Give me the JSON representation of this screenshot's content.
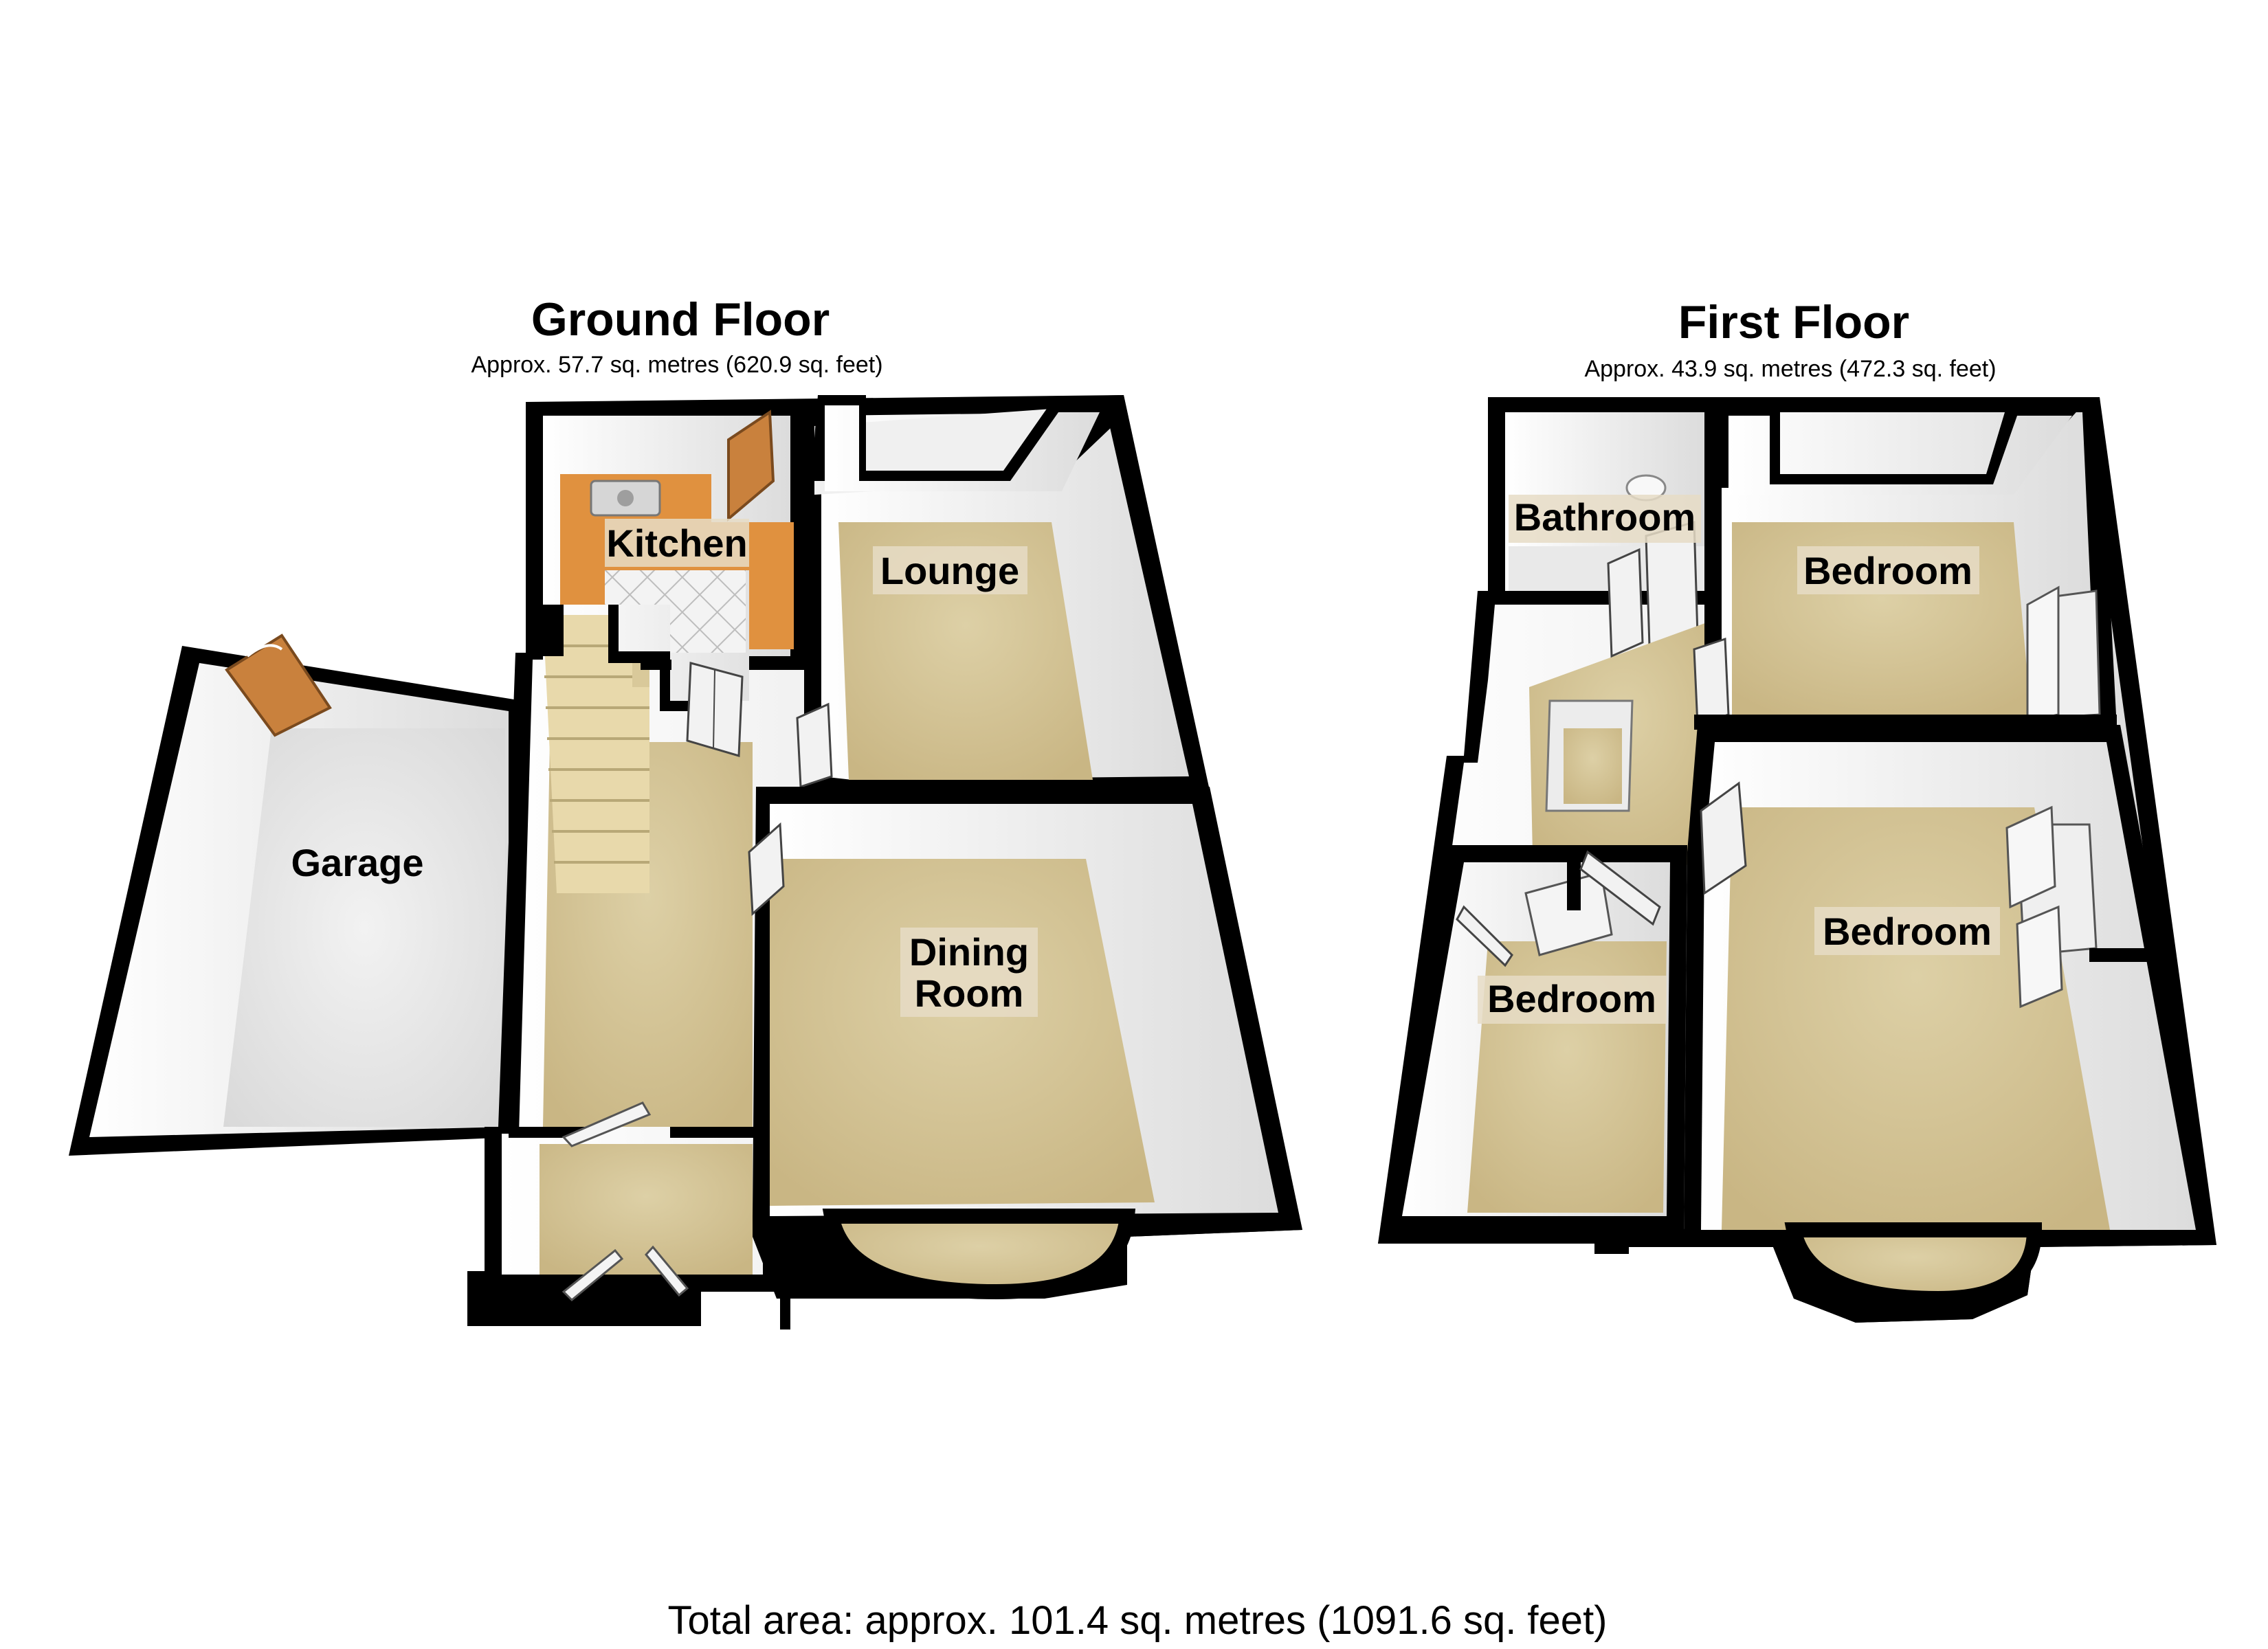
{
  "ground_floor": {
    "title": "Ground Floor",
    "area": "Approx. 57.7 sq. metres (620.9 sq. feet)",
    "rooms": {
      "kitchen": "Kitchen",
      "lounge": "Lounge",
      "garage": "Garage",
      "dining_line1": "Dining",
      "dining_line2": "Room"
    }
  },
  "first_floor": {
    "title": "First Floor",
    "area": "Approx. 43.9 sq. metres (472.3 sq. feet)",
    "rooms": {
      "bathroom": "Bathroom",
      "bedroom_rear": "Bedroom",
      "bedroom_front": "Bedroom",
      "bedroom_small": "Bedroom"
    }
  },
  "total_area": "Total area: approx. 101.4 sq. metres (1091.6 sq. feet)",
  "colors": {
    "wall": "#000000",
    "wall_inner": "#f4f4f4",
    "carpet": "#d8c79a",
    "garage_floor": "#e9e9e9",
    "kitchen_worktop": "#e0913f",
    "door_wood": "#c9813d"
  }
}
